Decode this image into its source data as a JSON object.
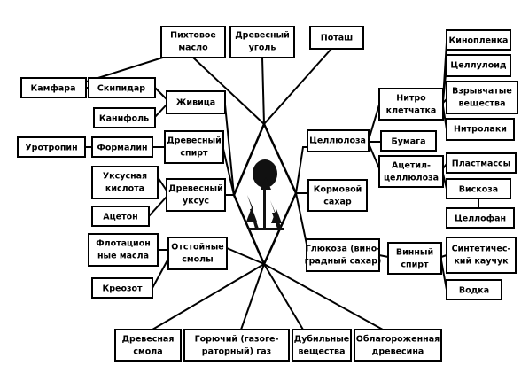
{
  "top": {
    "fir_oil": [
      "Пихтовое",
      "масло"
    ],
    "charcoal": [
      "Древесный",
      "уголь"
    ],
    "potash": [
      "Поташ"
    ]
  },
  "left": {
    "camphor": [
      "Камфара"
    ],
    "turpentine": [
      "Скипидар"
    ],
    "rosin": [
      "Канифоль"
    ],
    "resin": [
      "Живица"
    ],
    "urotropine": [
      "Уротропин"
    ],
    "formalin": [
      "Формалин"
    ],
    "wood_alcohol": [
      "Древесный",
      "спирт"
    ],
    "acetic_acid": [
      "Уксусная",
      "кислота"
    ],
    "wood_vinegar": [
      "Древесный",
      "уксус"
    ],
    "acetone": [
      "Ацетон"
    ],
    "flotation_oils": [
      "Флотацион",
      "ные масла"
    ],
    "settled_tars": [
      "Отстойные",
      "смолы"
    ],
    "creosote": [
      "Креозот"
    ]
  },
  "right": {
    "cellulose": [
      "Целлюлоза"
    ],
    "nitrocellulose": [
      "Нитро",
      "клетчатка"
    ],
    "paper": [
      "Бумага"
    ],
    "acetylcellulose": [
      "Ацетил-",
      "целлюлоза"
    ],
    "feed_sugar": [
      "Кормовой",
      "сахар"
    ],
    "glucose": [
      "Глюкоза (вино-",
      "градный сахар)"
    ],
    "ethyl_alcohol": [
      "Винный",
      "спирт"
    ],
    "film": [
      "Кинопленка"
    ],
    "celluloid": [
      "Целлулоид"
    ],
    "explosives": [
      "Взрывчатые",
      "вещества"
    ],
    "nitrolacquers": [
      "Нитролаки"
    ],
    "plastics": [
      "Пластмассы"
    ],
    "viscose": [
      "Вискоза"
    ],
    "cellophane": [
      "Целлофан"
    ],
    "synthetic_rubber": [
      "Синтетичес-",
      "кий каучук"
    ],
    "vodka": [
      "Водка"
    ]
  },
  "bottom": {
    "wood_tar": [
      "Древесная",
      "смола"
    ],
    "producer_gas": [
      "Горючий (газоге-",
      "раторный) газ"
    ],
    "tannins": [
      "Дубильные",
      "вещества"
    ],
    "improved_wood": [
      "Облагороженная",
      "древесина"
    ]
  }
}
